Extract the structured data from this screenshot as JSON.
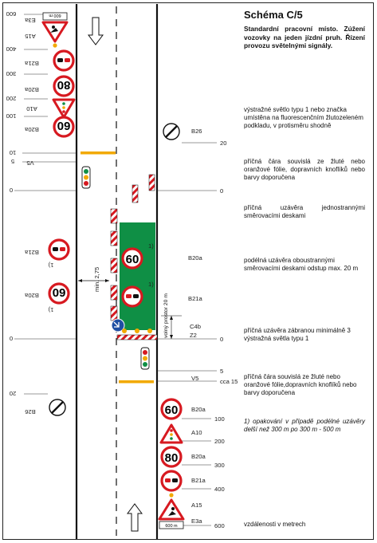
{
  "title": "Schéma C/5",
  "subtitle": "Standardní pracovní místo. Zúžení vozovky na jeden jízdní pruh. Řízení provozu světelnými signály.",
  "notes": [
    "výstražné světlo typu 1 nebo značka umístěna na fluorescenčním žlutozeleném podkladu, v protisměru shodně",
    "příčná čára souvislá ze žluté nebo oranžové fólie, dopravních knoflíků nebo barvy doporučena",
    "příčná uzávěra jednostrannými směrovacími deskami",
    "podélná uzávěra oboustrannými směrovacími deskami odstup max. 20 m",
    "příčná uzávěra zábranou minimálně 3 výstražná světla typu 1",
    "příčná čára souvislá ze žluté nebo oranžové fólie,dopravních knoflíků nebo barvy doporučena",
    "1) opakování v případě podélné uzávěry delší než 300 m po 300 m - 500 m"
  ],
  "footer": "vzdálenosti v metrech",
  "sign_labels": {
    "e3a": "E3a",
    "a15": "A15",
    "b21a": "B21a",
    "b20a": "B20a",
    "a10": "A10",
    "b26": "B26",
    "v5": "V5",
    "c4b": "C4b",
    "z2": "Z2"
  },
  "sign_texts": {
    "plate_600": "600 m",
    "speed_80": "80",
    "speed_60": "60"
  },
  "footnote_mark": "1)",
  "distances_left": [
    "600",
    "400",
    "300",
    "200",
    "100",
    "10",
    "5",
    "0",
    "0",
    "20"
  ],
  "distances_right": [
    "20",
    "0",
    "0",
    "5",
    "cca 15",
    "100",
    "200",
    "300",
    "400",
    "600"
  ],
  "min_width": "min. 2,75",
  "safety_zone": "volný prostor 20 m",
  "colors": {
    "work_zone": "#0f8f45",
    "line_yellow": "#f2a900",
    "sign_red": "#d71920",
    "sign_blue": "#1f4fa3"
  }
}
